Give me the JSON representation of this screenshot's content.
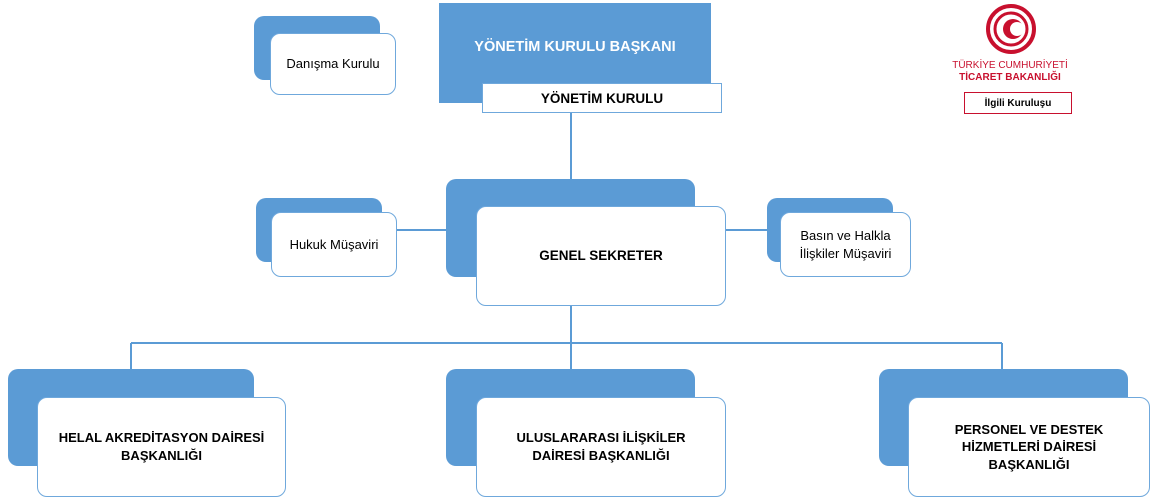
{
  "chairman": {
    "title": "YÖNETİM KURULU BAŞKANI"
  },
  "board": {
    "title": "YÖNETİM KURULU"
  },
  "advisory": {
    "label": "Danışma Kurulu"
  },
  "secretary": {
    "title": "GENEL SEKRETER"
  },
  "legal": {
    "label": "Hukuk Müşaviri"
  },
  "press": {
    "line1": "Basın ve Halkla",
    "line2": "İlişkiler Müşaviri"
  },
  "departments": [
    {
      "line1": "HELAL AKREDİTASYON DAİRESİ",
      "line2": "BAŞKANLIĞI",
      "line3": ""
    },
    {
      "line1": "ULUSLARARASI İLİŞKİLER",
      "line2": "DAİRESİ BAŞKANLIĞI",
      "line3": ""
    },
    {
      "line1": "PERSONEL VE DESTEK",
      "line2": "HİZMETLERİ DAİRESİ",
      "line3": "BAŞKANLIĞI"
    }
  ],
  "logo": {
    "line1": "TÜRKİYE CUMHURİYETİ",
    "line2": "TİCARET BAKANLIĞI",
    "badge": "İlgili Kuruluşu",
    "brand_color": "#c8102e"
  },
  "colors": {
    "box_blue": "#5b9bd5",
    "border_blue": "#6fa8dc"
  }
}
